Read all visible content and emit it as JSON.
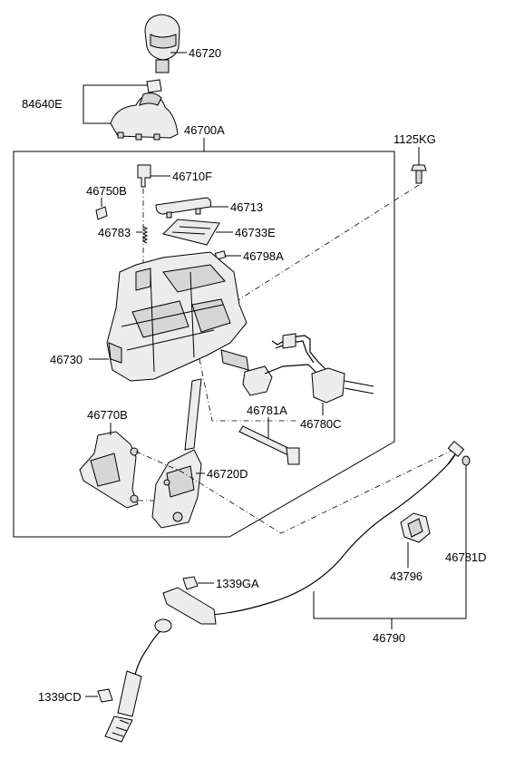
{
  "labels": {
    "p46720": "46720",
    "p84640E": "84640E",
    "p46700A": "46700A",
    "p1125KG": "1125KG",
    "p46710F": "46710F",
    "p46750B": "46750B",
    "p46713": "46713",
    "p46783": "46783",
    "p46733E": "46733E",
    "p46798A": "46798A",
    "p46730": "46730",
    "p46770B": "46770B",
    "p46781A": "46781A",
    "p46780C": "46780C",
    "p46720D": "46720D",
    "p1339GA": "1339GA",
    "p43796": "43796",
    "p46781D": "46781D",
    "p46790": "46790",
    "p1339CD": "1339CD"
  }
}
